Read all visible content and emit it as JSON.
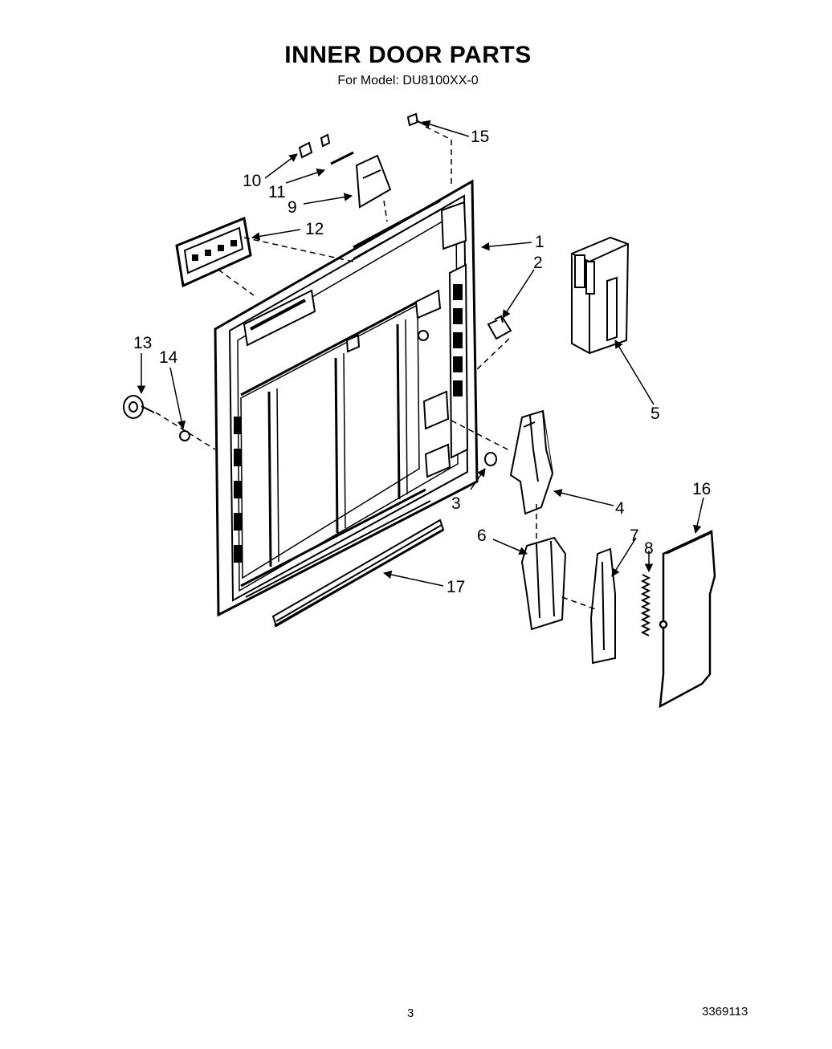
{
  "title": "INNER DOOR PARTS",
  "subtitle": "For Model: DU8100XX-0",
  "callouts": [
    "1",
    "2",
    "3",
    "4",
    "5",
    "6",
    "7",
    "8",
    "9",
    "10",
    "11",
    "12",
    "13",
    "14",
    "15",
    "16",
    "17"
  ],
  "footer": {
    "page": "3",
    "doc_number": "3369113"
  }
}
